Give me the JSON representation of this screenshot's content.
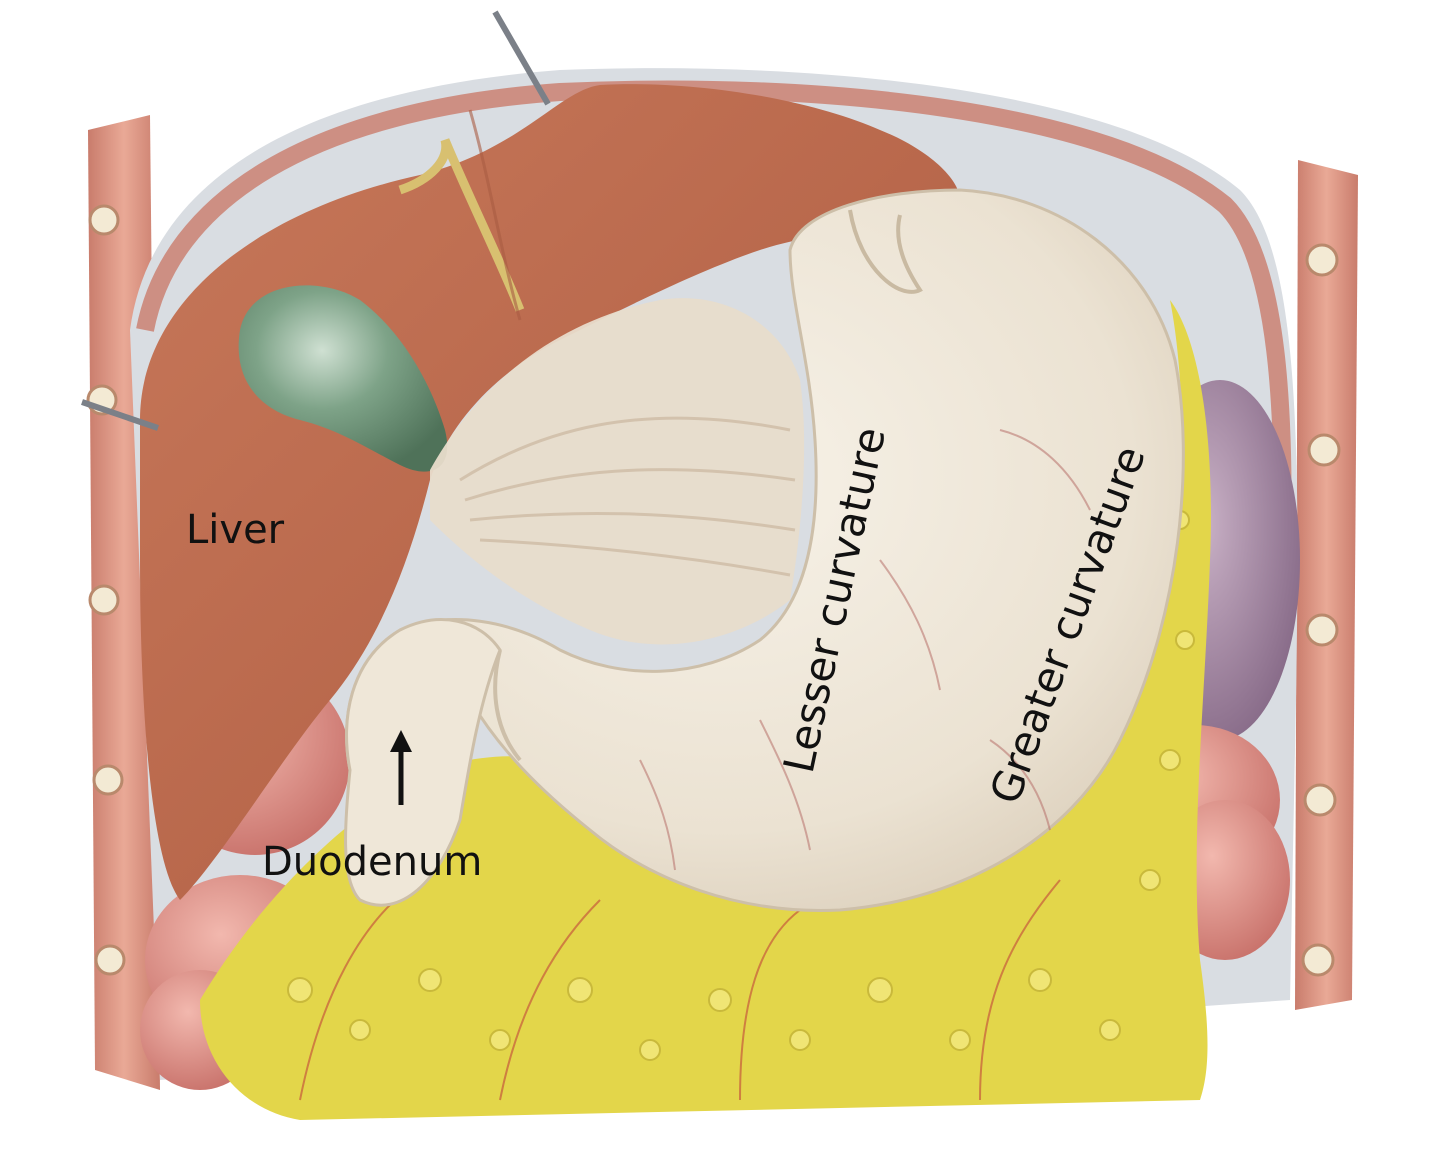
{
  "labels": {
    "liver": "Liver",
    "duodenum": "Duodenum",
    "lesser_curvature": "Lesser curvature",
    "greater_curvature": "Greater curvature"
  },
  "colors": {
    "liver": "#b9694a",
    "stomach": "#ece3d3",
    "gallbladder": "#6f9478",
    "omentum_fat": "#e3d64a",
    "muscle_wall": "#d98f7e",
    "spleen": "#9c7fa0",
    "intestine": "#dd8f86",
    "peritoneum": "#d9dde2"
  }
}
